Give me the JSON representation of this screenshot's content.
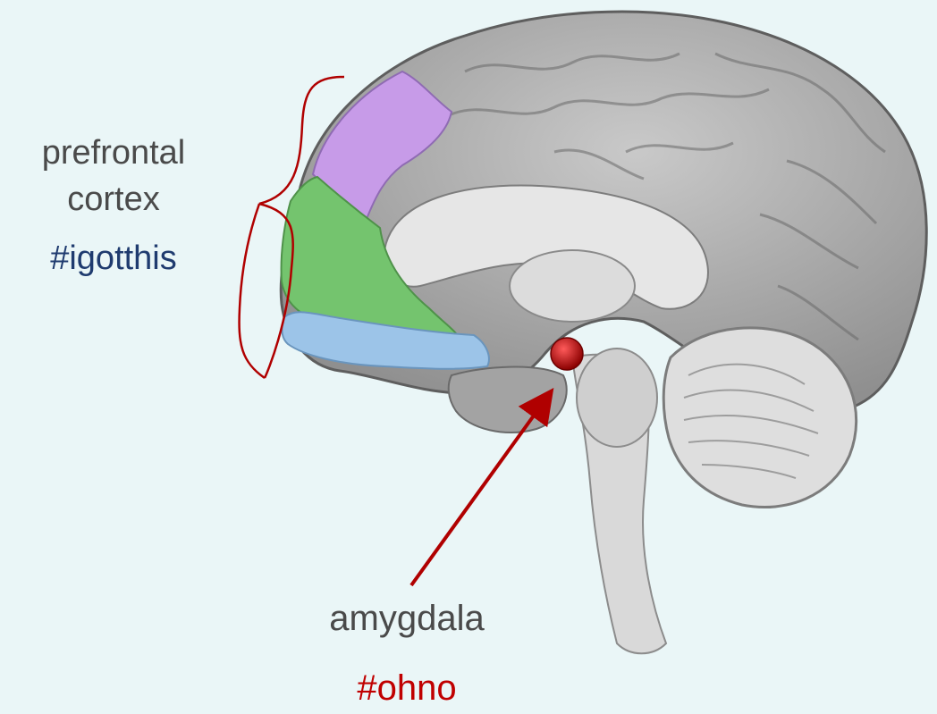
{
  "prefrontal": {
    "label_line1": "prefrontal",
    "label_line2": "cortex",
    "hashtag": "#igotthis"
  },
  "amygdala": {
    "label": "amygdala",
    "hashtag": "#ohno"
  },
  "colors": {
    "background": "#eaf6f7",
    "label_text": "#4a4a4a",
    "prefrontal_hashtag": "#1f3b6f",
    "amygdala_hashtag": "#c00000",
    "bracket_and_arrow": "#b00000",
    "amygdala_highlight": "#b50d0d",
    "region_purple": "#c79be8",
    "region_green": "#74c46e",
    "region_blue": "#9cc4e8",
    "brain_grey": "#a9a9a9"
  },
  "icons": {
    "brain": "brain-sagittal-illustration",
    "bracket": "curly-brace-icon",
    "arrow": "arrow-icon"
  }
}
